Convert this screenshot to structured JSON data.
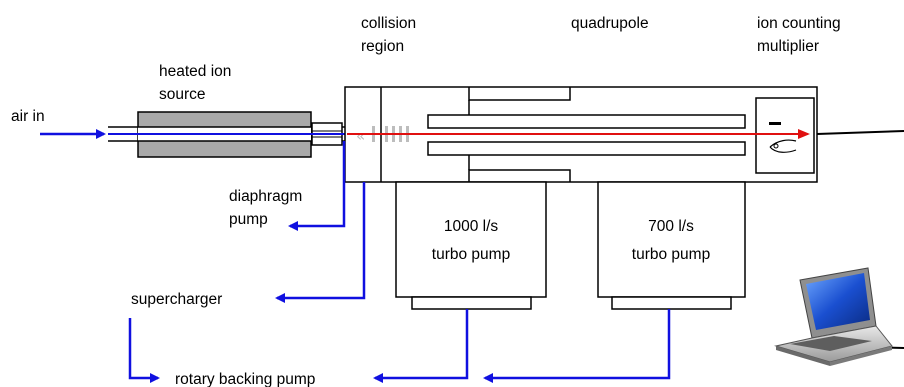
{
  "labels": {
    "air_in": "air in",
    "heated_ion_source_line1": "heated ion",
    "heated_ion_source_line2": "source",
    "collision_region_line1": "collision",
    "collision_region_line2": "region",
    "quadrupole": "quadrupole",
    "ion_counting_multiplier_line1": "ion counting",
    "ion_counting_multiplier_line2": "multiplier",
    "diaphragm_pump_line1": "diaphragm",
    "diaphragm_pump_line2": "pump",
    "turbo_pump_1_line1": "1000 l/s",
    "turbo_pump_1_line2": "turbo pump",
    "turbo_pump_2_line1": "700 l/s",
    "turbo_pump_2_line2": "turbo pump",
    "supercharger": "supercharger",
    "rotary_backing_pump": "rotary backing pump"
  },
  "colors": {
    "flow": "#1010e0",
    "ion_beam": "#e01010",
    "source_fill": "#a9a9a9",
    "outline": "#000000"
  },
  "icons": {
    "laptop": "laptop-computer-icon",
    "multiplier": "electron-multiplier-icon"
  }
}
